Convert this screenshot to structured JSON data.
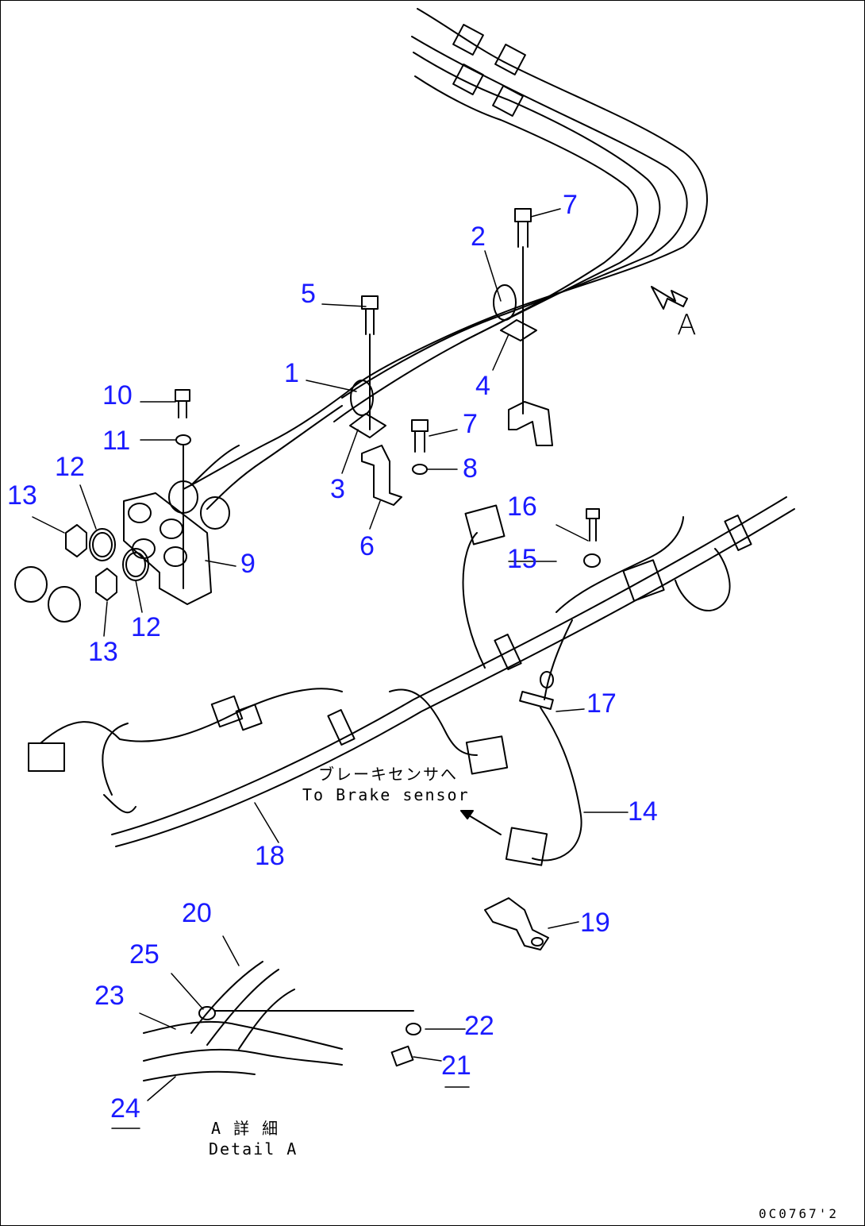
{
  "diagram": {
    "callouts": [
      {
        "id": "c1",
        "label": "1"
      },
      {
        "id": "c2",
        "label": "2"
      },
      {
        "id": "c3",
        "label": "3"
      },
      {
        "id": "c4",
        "label": "4"
      },
      {
        "id": "c5",
        "label": "5"
      },
      {
        "id": "c6",
        "label": "6"
      },
      {
        "id": "c7a",
        "label": "7"
      },
      {
        "id": "c7b",
        "label": "7"
      },
      {
        "id": "c8",
        "label": "8"
      },
      {
        "id": "c9",
        "label": "9"
      },
      {
        "id": "c10",
        "label": "10"
      },
      {
        "id": "c11",
        "label": "11"
      },
      {
        "id": "c12a",
        "label": "12"
      },
      {
        "id": "c12b",
        "label": "12"
      },
      {
        "id": "c13a",
        "label": "13"
      },
      {
        "id": "c13b",
        "label": "13"
      },
      {
        "id": "c14",
        "label": "14"
      },
      {
        "id": "c15",
        "label": "15"
      },
      {
        "id": "c16",
        "label": "16"
      },
      {
        "id": "c17",
        "label": "17"
      },
      {
        "id": "c18",
        "label": "18"
      },
      {
        "id": "c19",
        "label": "19"
      },
      {
        "id": "c20",
        "label": "20"
      },
      {
        "id": "c21",
        "label": "21"
      },
      {
        "id": "c22",
        "label": "22"
      },
      {
        "id": "c23",
        "label": "23"
      },
      {
        "id": "c24",
        "label": "24"
      },
      {
        "id": "c25",
        "label": "25"
      }
    ],
    "view_letter": "A",
    "brake_note_jp": "ブレーキセンサへ",
    "brake_note_en": "To Brake sensor",
    "detail_jp": "A 詳 細",
    "detail_en": "Detail A",
    "drawing_number": "0C0767'2",
    "callout_color": "#1a1aff",
    "line_color": "#000000"
  }
}
